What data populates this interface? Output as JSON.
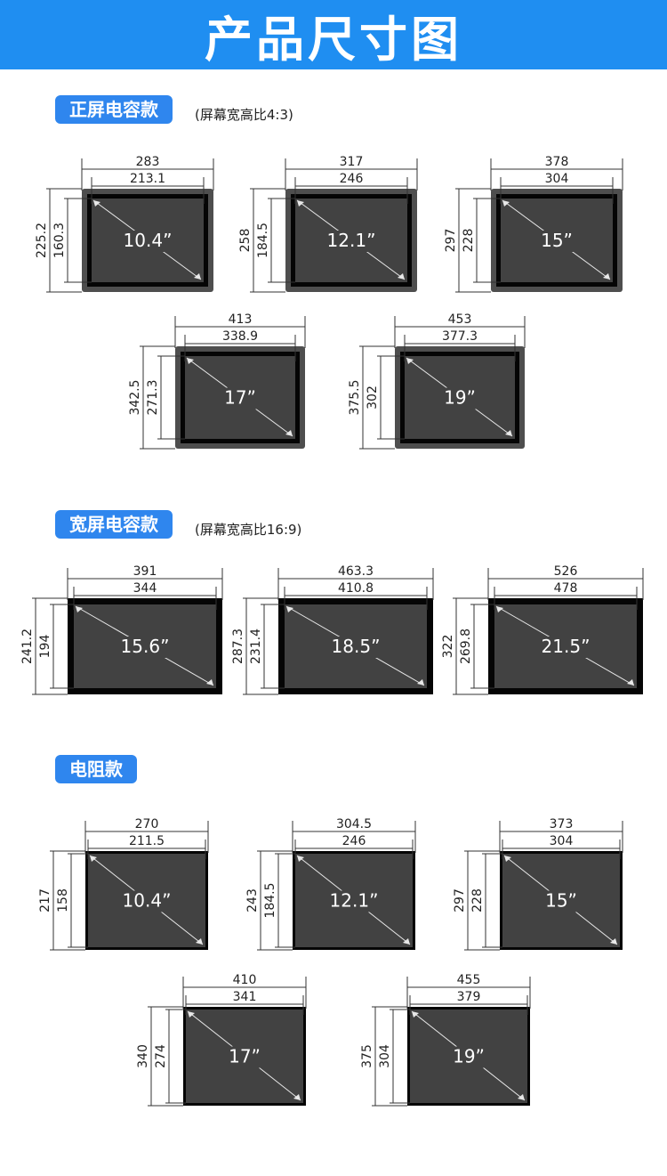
{
  "page": {
    "title": "产品尺寸图"
  },
  "sections": [
    {
      "name": "正屏电容款",
      "note": "(屏幕宽高比4:3)"
    },
    {
      "name": "宽屏电容款",
      "note": "(屏幕宽高比16:9)"
    },
    {
      "name": "电阻款",
      "note": ""
    }
  ],
  "style": {
    "bezel_color": "#4e4e4e",
    "screen_color": "#424242",
    "thin_bezel_color": "#2b2b2b",
    "inner_border_color": "#050505",
    "dim_line_color": "#333333"
  },
  "models": [
    {
      "size": "10.4”",
      "outer_w": "283",
      "screen_w": "213.1",
      "outer_h": "225.2",
      "screen_h": "160.3"
    },
    {
      "size": "12.1”",
      "outer_w": "317",
      "screen_w": "246",
      "outer_h": "258",
      "screen_h": "184.5"
    },
    {
      "size": "15”",
      "outer_w": "378",
      "screen_w": "304",
      "outer_h": "297",
      "screen_h": "228"
    },
    {
      "size": "17”",
      "outer_w": "413",
      "screen_w": "338.9",
      "outer_h": "342.5",
      "screen_h": "271.3"
    },
    {
      "size": "19”",
      "outer_w": "453",
      "screen_w": "377.3",
      "outer_h": "375.5",
      "screen_h": "302"
    },
    {
      "size": "15.6”",
      "outer_w": "391",
      "screen_w": "344",
      "outer_h": "241.2",
      "screen_h": "194"
    },
    {
      "size": "18.5”",
      "outer_w": "463.3",
      "screen_w": "410.8",
      "outer_h": "287.3",
      "screen_h": "231.4"
    },
    {
      "size": "21.5”",
      "outer_w": "526",
      "screen_w": "478",
      "outer_h": "322",
      "screen_h": "269.8"
    },
    {
      "size": "10.4”",
      "outer_w": "270",
      "screen_w": "211.5",
      "outer_h": "217",
      "screen_h": "158"
    },
    {
      "size": "12.1”",
      "outer_w": "304.5",
      "screen_w": "246",
      "outer_h": "243",
      "screen_h": "184.5"
    },
    {
      "size": "15”",
      "outer_w": "373",
      "screen_w": "304",
      "outer_h": "297",
      "screen_h": "228"
    },
    {
      "size": "17”",
      "outer_w": "410",
      "screen_w": "341",
      "outer_h": "340",
      "screen_h": "274"
    },
    {
      "size": "19”",
      "outer_w": "455",
      "screen_w": "379",
      "outer_h": "375",
      "screen_h": "304"
    }
  ]
}
